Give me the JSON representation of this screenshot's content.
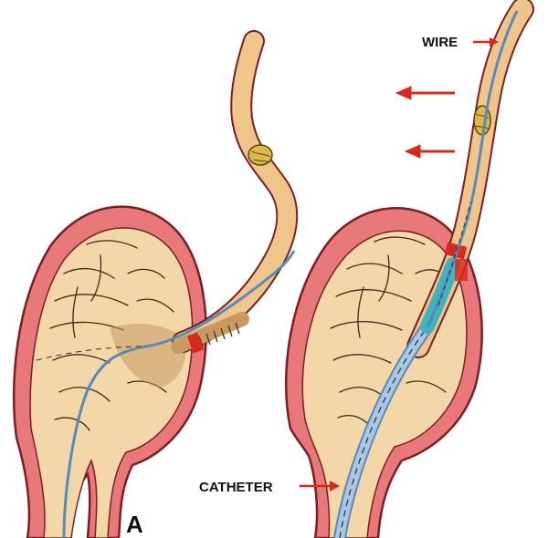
{
  "labels": {
    "wire": "WIRE",
    "catheter": "CATHETER",
    "panel": "A"
  },
  "colors": {
    "tissue_fill": "#f3d7a8",
    "tissue_shadow": "#c89a62",
    "wall_pink": "#e8787a",
    "wall_outline": "#7a1f24",
    "duct": "#efc58c",
    "wire_blue": "#5a8ab5",
    "catheter_blue": "#a9c6e6",
    "stent_cyan": "#3fb3c0",
    "arrow_red": "#d62a1f",
    "stone_yellow": "#d8b94a",
    "ink": "#3a2a1a"
  }
}
